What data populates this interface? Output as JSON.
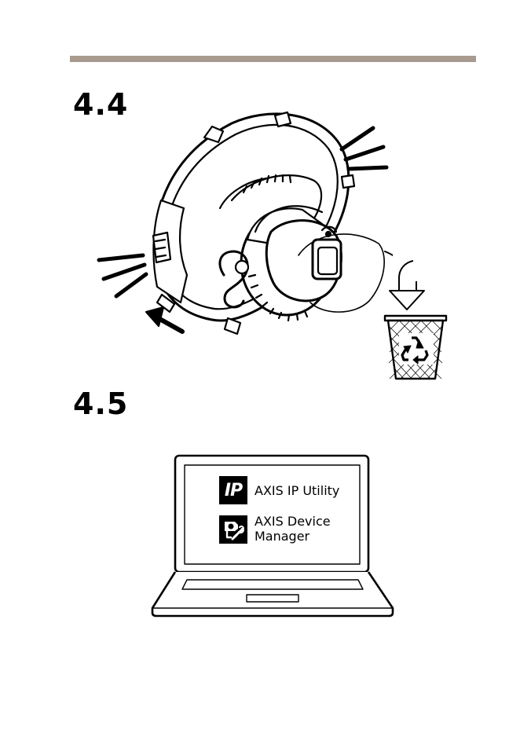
{
  "steps": {
    "step1": "4.4",
    "step2": "4.5"
  },
  "apps": {
    "ip_utility": {
      "icon_text": "IP",
      "label": "AXIS IP Utility"
    },
    "device_manager": {
      "icon": "device-manager-wrench-icon",
      "label": "AXIS Device Manager"
    }
  },
  "colors": {
    "rule": "#a89a8e"
  }
}
